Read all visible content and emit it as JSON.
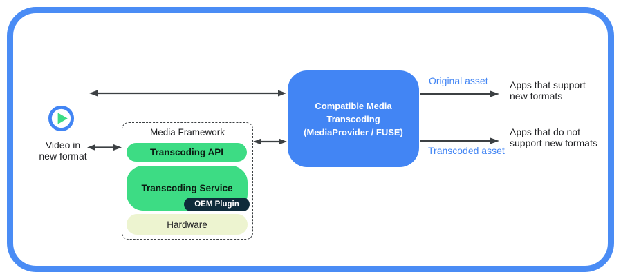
{
  "diagram": {
    "source": {
      "icon": "play-circle-icon",
      "label": "Video in\nnew format"
    },
    "media_framework": {
      "title": "Media Framework",
      "transcoding_api": "Transcoding API",
      "transcoding_service": "Transcoding Service",
      "oem_plugin": "OEM Plugin",
      "hardware": "Hardware"
    },
    "transcoding_box": {
      "title": "Compatible Media\nTranscoding\n(MediaProvider / FUSE)"
    },
    "outputs": {
      "original_asset_label": "Original asset",
      "apps_support": "Apps that support\nnew formats",
      "transcoded_asset_label": "Transcoded asset",
      "apps_no_support": "Apps that do not\nsupport new formats"
    },
    "arrows": [
      {
        "name": "source-to-transcoding",
        "type": "bidirectional"
      },
      {
        "name": "source-to-framework",
        "type": "bidirectional"
      },
      {
        "name": "framework-to-transcoding",
        "type": "bidirectional"
      },
      {
        "name": "transcoding-to-apps-support",
        "type": "right"
      },
      {
        "name": "transcoding-to-apps-no-support",
        "type": "right"
      }
    ]
  },
  "colors": {
    "frame_border_blue": "#4A8CF5",
    "transcoding_box_blue": "#4285F4",
    "android_green": "#3DDC84",
    "oem_plugin_navy": "#0E2B3A",
    "hardware_yellow_green": "#EDF4D0",
    "asset_label_blue": "#4285F4",
    "arrow_gray": "#3C4043",
    "play_ring_blue": "#4285F4",
    "play_triangle_green": "#3DDC84"
  }
}
